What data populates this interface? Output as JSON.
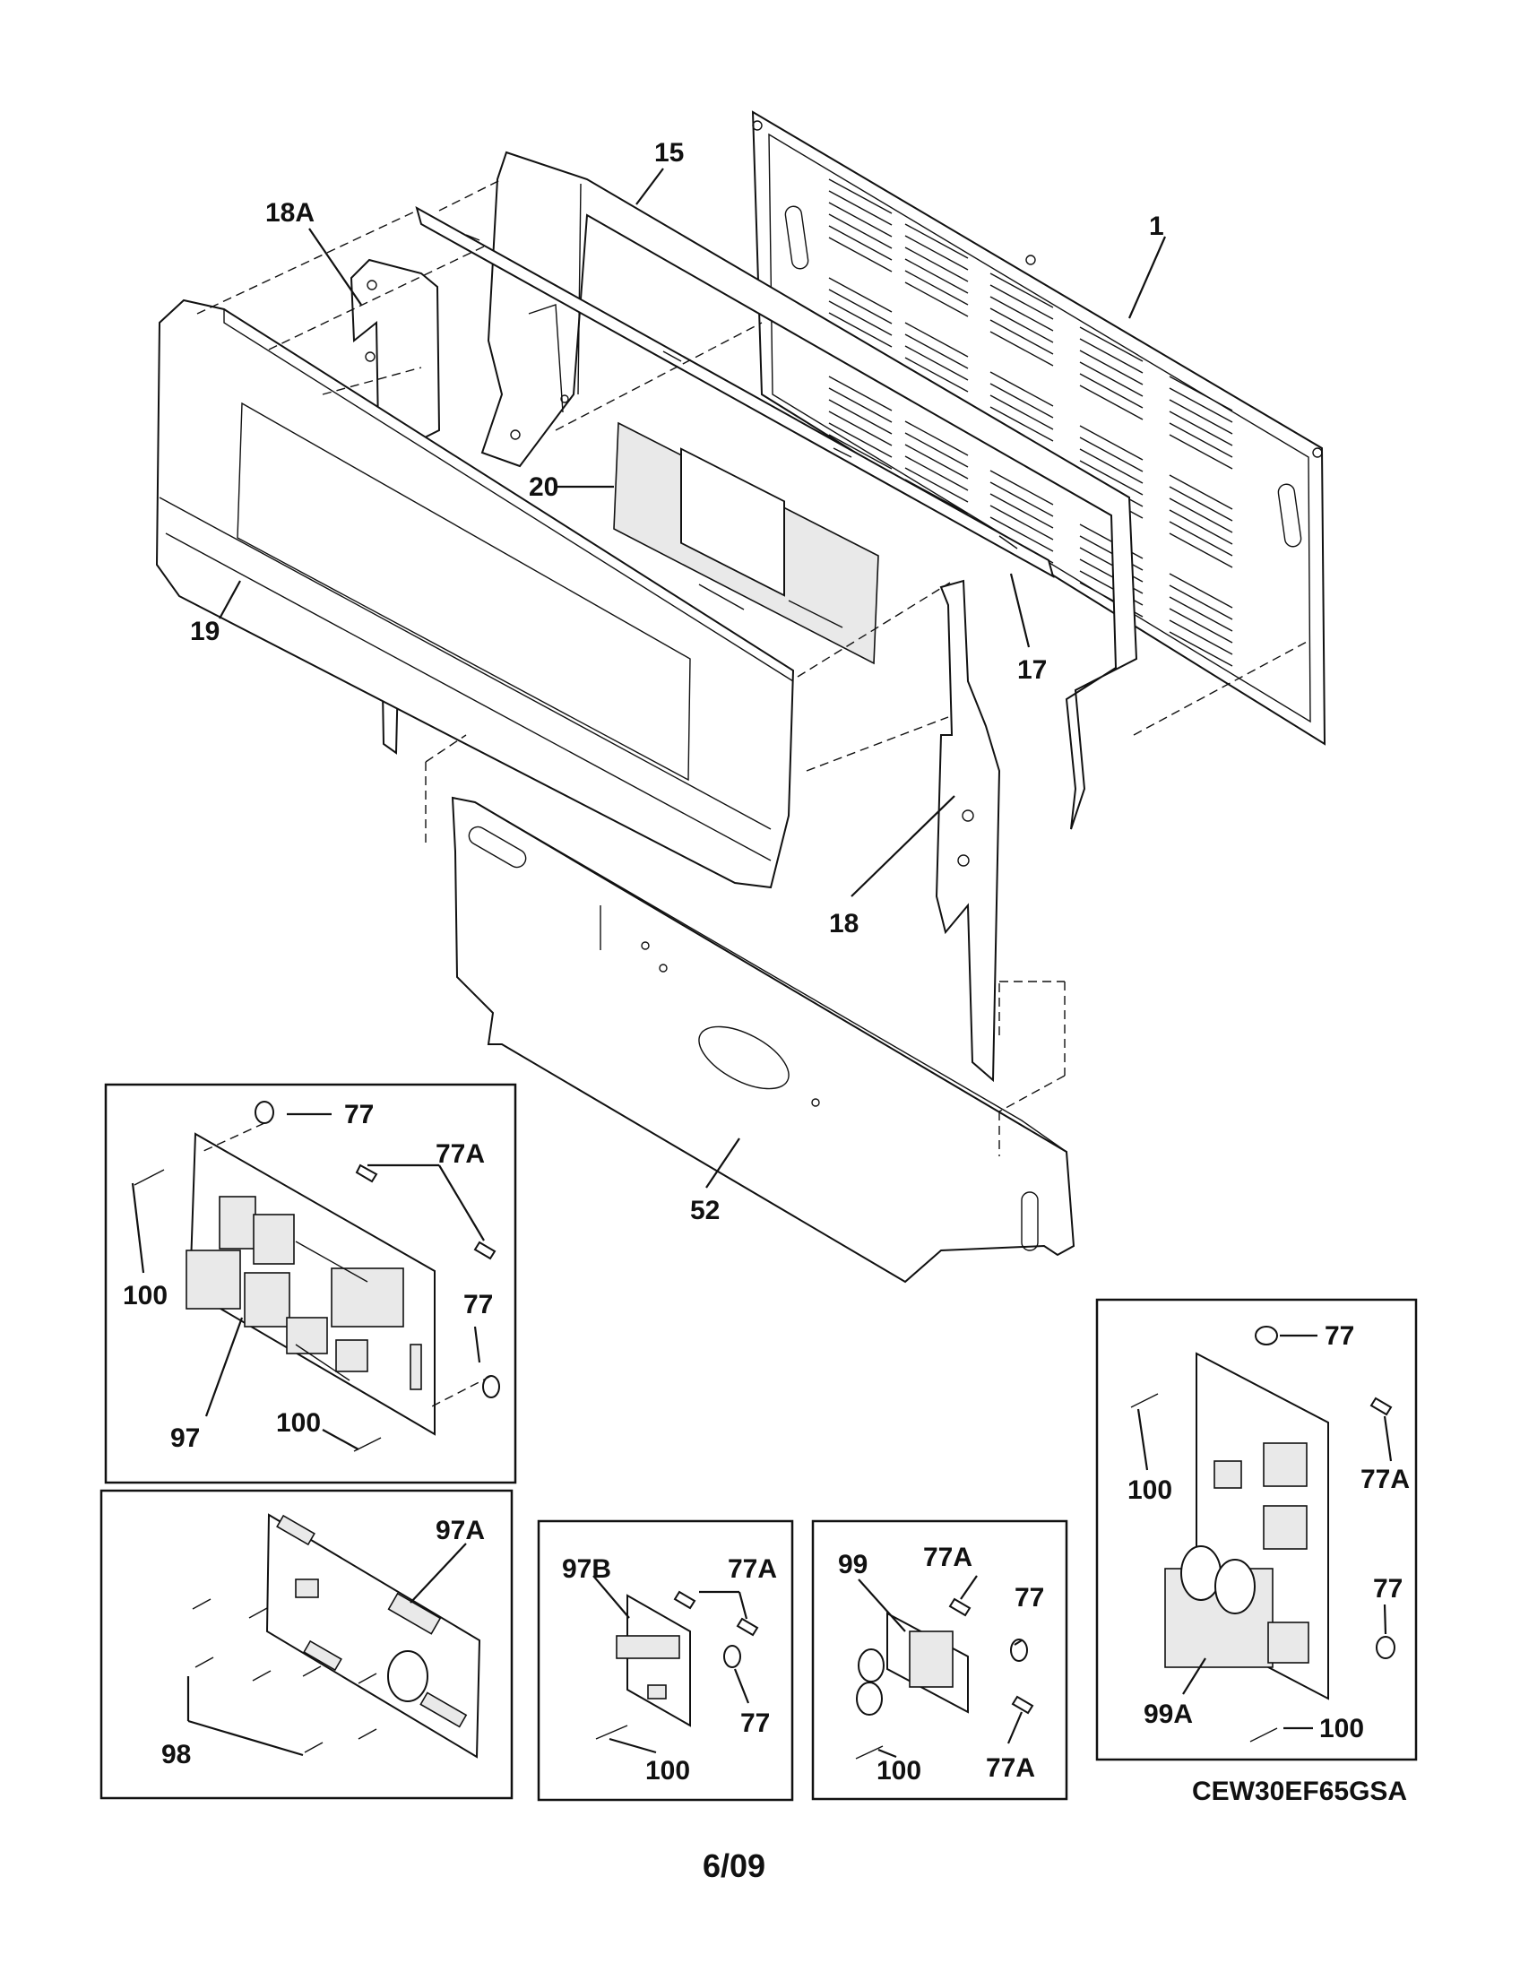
{
  "model_number": "CEW30EF65GSA",
  "page_number": "6/09",
  "callouts": {
    "c1": "1",
    "c15": "15",
    "c17": "17",
    "c18": "18",
    "c18a": "18A",
    "c19": "19",
    "c20": "20",
    "c52": "52",
    "box1_77_top": "77",
    "box1_77a": "77A",
    "box1_77_right": "77",
    "box1_100_left": "100",
    "box1_100_bottom": "100",
    "box1_97": "97",
    "box2_97a": "97A",
    "box2_98": "98",
    "box3_97b": "97B",
    "box3_77a": "77A",
    "box3_77": "77",
    "box3_100": "100",
    "box4_99": "99",
    "box4_77a_top": "77A",
    "box4_77": "77",
    "box4_100": "100",
    "box4_77a_bottom": "77A",
    "box5_77_top": "77",
    "box5_100": "100",
    "box5_77a": "77A",
    "box5_77": "77",
    "box5_99a": "99A",
    "box5_100_bottom": "100"
  }
}
